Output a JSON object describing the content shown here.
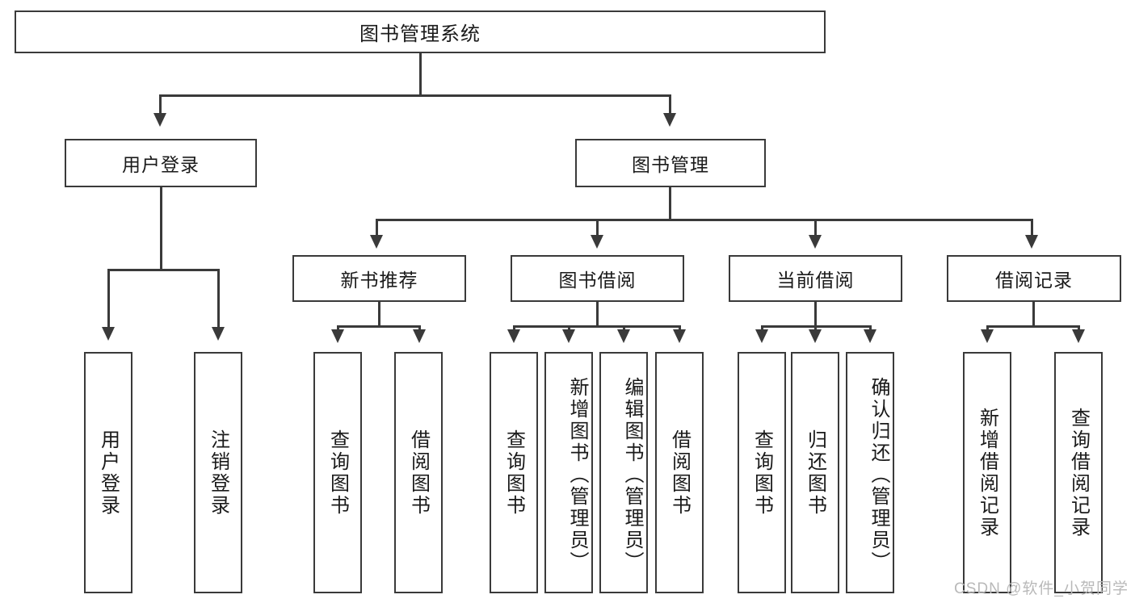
{
  "diagram": {
    "title": "图书管理系统",
    "type": "hierarchy-tree",
    "watermark": "CSDN @软件_小贺同学",
    "colors": {
      "stroke": "#3a3a3a",
      "fill": "#ffffff",
      "text": "#1a1a1a",
      "watermark": "#b9b9b9"
    },
    "levels": {
      "level0": [
        "图书管理系统"
      ],
      "level1": [
        "用户登录",
        "图书管理"
      ],
      "level2": [
        "新书推荐",
        "图书借阅",
        "当前借阅",
        "借阅记录"
      ],
      "level3": [
        "用户登录",
        "注销登录",
        "查询图书",
        "借阅图书",
        "查询图书",
        "新增图书（管理员）",
        "编辑图书（管理员）",
        "借阅图书",
        "查询图书",
        "归还图书",
        "确认归还（管理员）",
        "新增借阅记录",
        "查询借阅记录"
      ]
    },
    "nodes": {
      "root": "图书管理系统",
      "user_login": "用户登录",
      "book_mgmt": "图书管理",
      "new_book_rec": "新书推荐",
      "book_borrow": "图书借阅",
      "current_borrow": "当前借阅",
      "borrow_record": "借阅记录",
      "leaf_user_login": "用户登录",
      "leaf_logout": "注销登录",
      "leaf_query_book_1": "查询图书",
      "leaf_borrow_book_1": "借阅图书",
      "leaf_query_book_2": "查询图书",
      "leaf_add_book": "新增图书（管理员）",
      "leaf_edit_book": "编辑图书（管理员）",
      "leaf_borrow_book_2": "借阅图书",
      "leaf_query_book_3": "查询图书",
      "leaf_return_book": "归还图书",
      "leaf_confirm_return": "确认归还（管理员）",
      "leaf_add_record": "新增借阅记录",
      "leaf_query_record": "查询借阅记录"
    },
    "edges": [
      {
        "from": "图书管理系统",
        "to": "用户登录"
      },
      {
        "from": "图书管理系统",
        "to": "图书管理"
      },
      {
        "from": "用户登录",
        "to": "用户登录"
      },
      {
        "from": "用户登录",
        "to": "注销登录"
      },
      {
        "from": "图书管理",
        "to": "新书推荐"
      },
      {
        "from": "图书管理",
        "to": "图书借阅"
      },
      {
        "from": "图书管理",
        "to": "当前借阅"
      },
      {
        "from": "图书管理",
        "to": "借阅记录"
      },
      {
        "from": "新书推荐",
        "to": "查询图书"
      },
      {
        "from": "新书推荐",
        "to": "借阅图书"
      },
      {
        "from": "图书借阅",
        "to": "查询图书"
      },
      {
        "from": "图书借阅",
        "to": "新增图书（管理员）"
      },
      {
        "from": "图书借阅",
        "to": "编辑图书（管理员）"
      },
      {
        "from": "图书借阅",
        "to": "借阅图书"
      },
      {
        "from": "当前借阅",
        "to": "查询图书"
      },
      {
        "from": "当前借阅",
        "to": "归还图书"
      },
      {
        "from": "当前借阅",
        "to": "确认归还（管理员）"
      },
      {
        "from": "借阅记录",
        "to": "新增借阅记录"
      },
      {
        "from": "借阅记录",
        "to": "查询借阅记录"
      }
    ]
  }
}
